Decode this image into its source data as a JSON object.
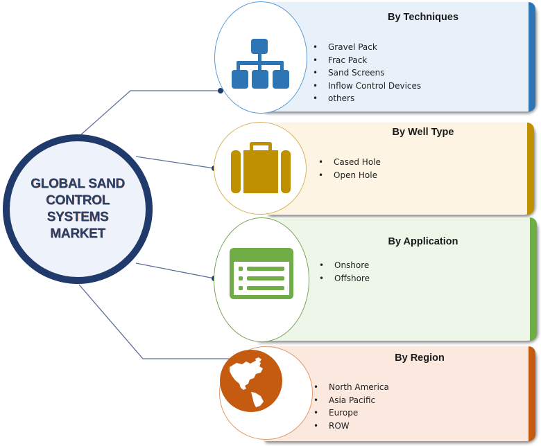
{
  "hub": {
    "title_lines": [
      "GLOBAL SAND",
      "CONTROL",
      "SYSTEMS",
      "MARKET"
    ],
    "color": "#1f3a6b"
  },
  "segments": [
    {
      "title": "By Techniques",
      "icon": "hierarchy-icon",
      "accent": "#2e75b6",
      "items": [
        "Gravel Pack",
        "Frac Pack",
        "Sand Screens",
        "Inflow Control Devices",
        "others"
      ]
    },
    {
      "title": "By Well Type",
      "icon": "briefcase-icon",
      "accent": "#bf9000",
      "items": [
        "Cased Hole",
        "Open Hole"
      ]
    },
    {
      "title": "By Application",
      "icon": "list-window-icon",
      "accent": "#70ad47",
      "items": [
        "Onshore",
        "Offshore"
      ]
    },
    {
      "title": "By Region",
      "icon": "globe-americas-icon",
      "accent": "#c55a11",
      "items": [
        "North America",
        "Asia Pacific",
        "Europe",
        "ROW"
      ]
    }
  ],
  "bullet": "•"
}
